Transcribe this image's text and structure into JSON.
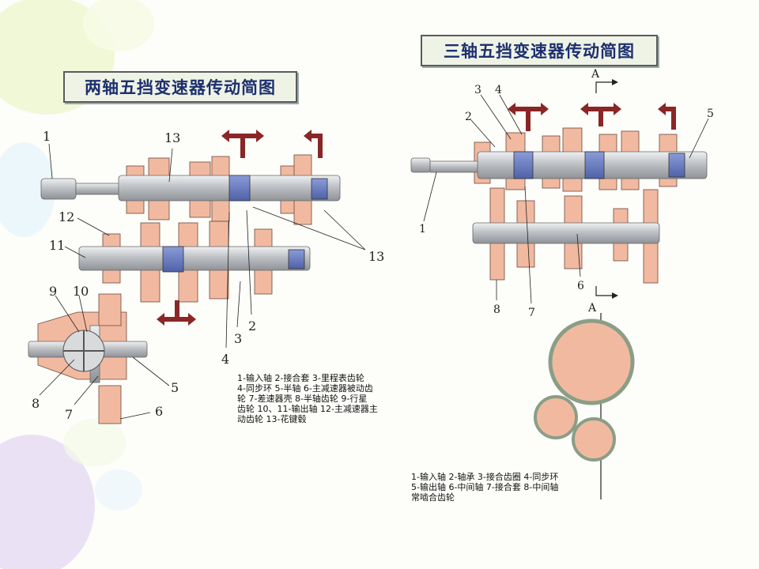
{
  "titles": {
    "left": "两轴五挡变速器传动简图",
    "right": "三轴五挡变速器传动简图"
  },
  "left_diagram": {
    "callouts": [
      "1",
      "13",
      "12",
      "11",
      "9",
      "10",
      "8",
      "7",
      "6",
      "5",
      "4",
      "3",
      "2",
      "13"
    ]
  },
  "right_diagram": {
    "callouts": [
      "3",
      "4",
      "2",
      "5",
      "1",
      "8",
      "7",
      "6"
    ],
    "section_marks": [
      "A",
      "A"
    ]
  },
  "legend_left": [
    "1-输入轴 2-接合套 3-里程表齿轮",
    "4-同步环 5-半轴 6-主减速器被动齿",
    "轮 7-差速器壳 8-半轴齿轮 9-行星",
    "齿轮 10、11-输出轴 12-主减速器主",
    "动齿轮 13-花键毂"
  ],
  "legend_right": [
    "1-输入轴 2-轴承 3-接合齿圈 4-同步环",
    "5-输出轴 6-中间轴 7-接合套 8-中间轴",
    "常啮合齿轮"
  ],
  "colors": {
    "gear": "#f2b9a1",
    "shaft": "#c6c8ca",
    "hub": "#6d7fc0",
    "arrow": "#8a2626",
    "title_text": "#1d2f6e"
  }
}
